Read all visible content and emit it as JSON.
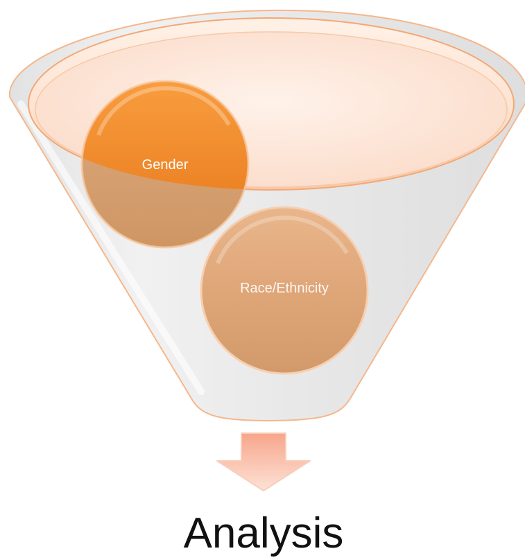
{
  "funnel": {
    "items": [
      {
        "label": "Gender"
      },
      {
        "label": "Race/Ethnicity"
      }
    ]
  },
  "output": {
    "label": "Analysis"
  },
  "colors": {
    "funnel_body": "#e6e6e6",
    "funnel_rim": "#f0c4a2",
    "funnel_inner": "#fde6da",
    "gender_bubble": "#f08a2c",
    "race_bubble": "#deaa7e",
    "arrow": "#f9b49c",
    "text_dark": "#111111",
    "text_light": "#ffffff"
  }
}
